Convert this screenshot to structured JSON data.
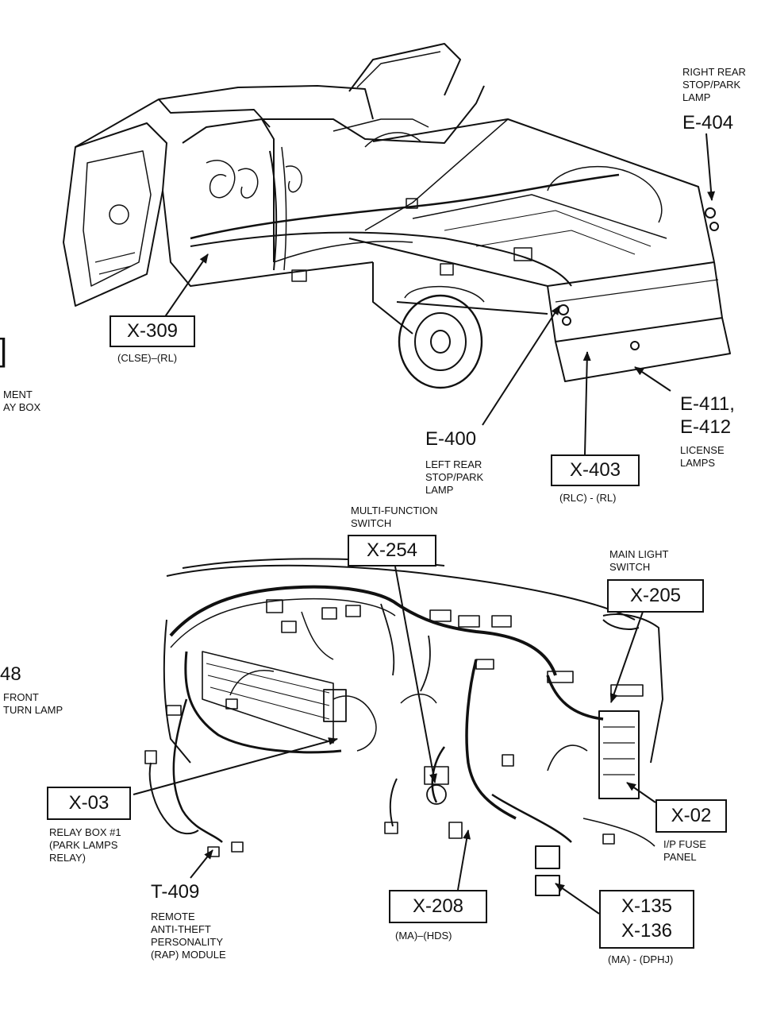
{
  "colors": {
    "ink": "#111111",
    "paper": "#ffffff"
  },
  "truck_view": {
    "right_rear": {
      "desc": "RIGHT REAR\nSTOP/PARK\nLAMP",
      "code": "E-404"
    },
    "x309": {
      "code": "X-309",
      "note": "(CLSE)–(RL)"
    },
    "left_partial": {
      "mark": "]",
      "desc": "MENT\nAY BOX"
    },
    "e400": {
      "code": "E-400",
      "desc": "LEFT REAR\nSTOP/PARK\nLAMP"
    },
    "x403": {
      "code": "X-403",
      "note": "(RLC) - (RL)"
    },
    "license": {
      "code": "E-411,\nE-412",
      "desc": "LICENSE\nLAMPS"
    }
  },
  "dash_view": {
    "multifunction": {
      "desc": "MULTI-FUNCTION\nSWITCH",
      "code": "X-254"
    },
    "main_light": {
      "desc": "MAIN LIGHT\nSWITCH",
      "code": "X-205"
    },
    "front_turn_partial": {
      "code": "48",
      "desc": "FRONT\nTURN LAMP"
    },
    "x03": {
      "code": "X-03",
      "desc": "RELAY BOX #1\n(PARK LAMPS\nRELAY)"
    },
    "x02": {
      "code": "X-02",
      "desc": "I/P FUSE\nPANEL"
    },
    "t409": {
      "code": "T-409",
      "desc": "REMOTE\nANTI-THEFT\nPERSONALITY\n(RAP) MODULE"
    },
    "x208": {
      "code": "X-208",
      "note": "(MA)–(HDS)"
    },
    "x135": {
      "code": "X-135\nX-136",
      "note": "(MA) - (DPHJ)"
    }
  }
}
